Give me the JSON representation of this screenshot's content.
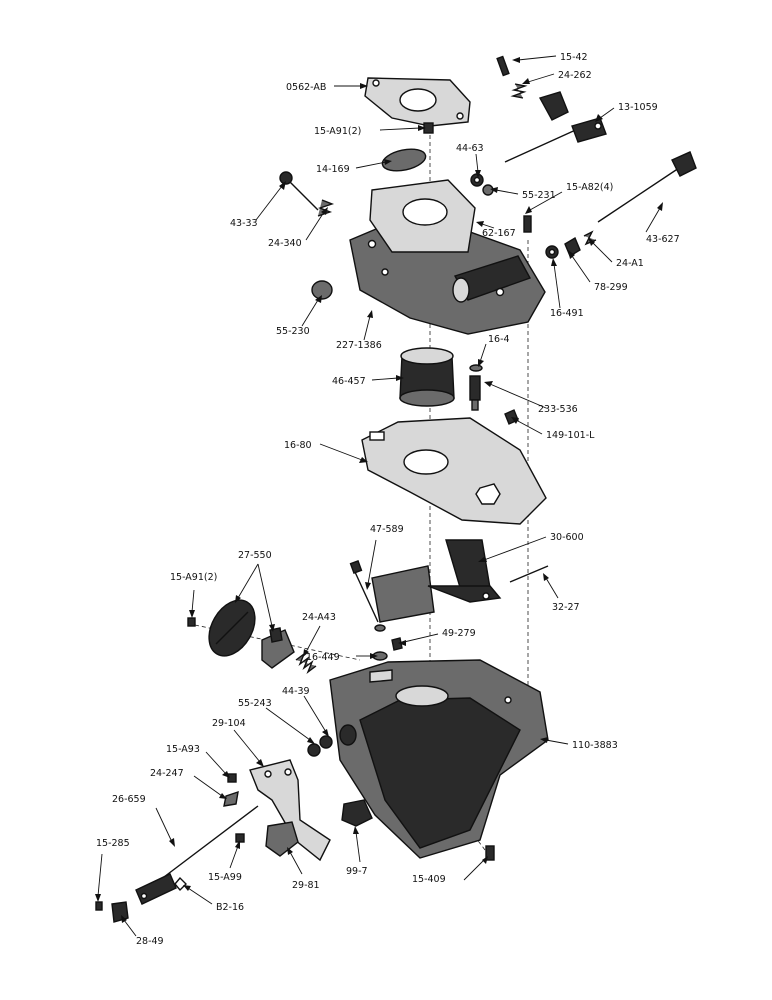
{
  "labels": [
    "15-42",
    "24-262",
    "0562-AB",
    "13-1059",
    "15-A91(2)",
    "44-63",
    "14-169",
    "55-231",
    "43-33",
    "15-A82(4)",
    "62-167",
    "24-340",
    "43-627",
    "24-A1",
    "78-299",
    "16-491",
    "55-230",
    "227-1386",
    "16-4",
    "46-457",
    "233-536",
    "149-101-L",
    "16-80",
    "30-600",
    "47-589",
    "27-550",
    "15-A91(2)",
    "32-27",
    "24-A43",
    "49-279",
    "16-449",
    "44-39",
    "55-243",
    "110-3883",
    "29-104",
    "15-A93",
    "24-247",
    "26-659",
    "15-285",
    "15-A99",
    "29-81",
    "99-7",
    "15-409",
    "B2-16",
    "28-49"
  ]
}
